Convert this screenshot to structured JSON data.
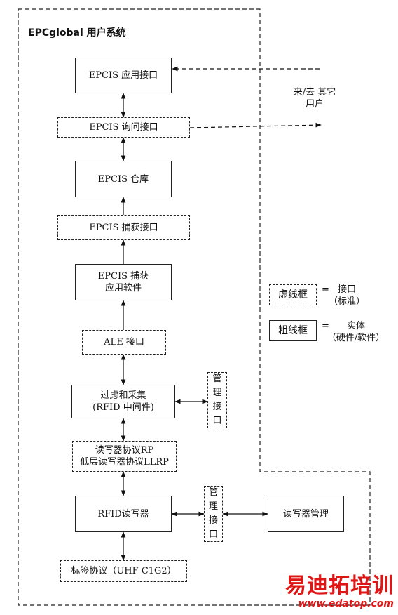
{
  "title": "EPCglobal 用户系统",
  "boxes": {
    "epcis_app": "EPCIS 应用接口",
    "epcis_query": "EPCIS 询问接口",
    "epcis_repo": "EPCIS 仓库",
    "epcis_capture_if": "EPCIS 捕获接口",
    "epcis_capture_app": [
      "EPCIS 捕获",
      "应用软件"
    ],
    "ale": "ALE 接口",
    "filter": [
      "过虑和采集",
      "(RFID 中间件)"
    ],
    "mgmt_if_1": [
      "管",
      "理",
      "接",
      "口"
    ],
    "reader_protocol": [
      "读写器协议RP",
      "低层读写器协议LLRP"
    ],
    "reader": "RFID读写器",
    "mgmt_if_2": [
      "管",
      "理",
      "接",
      "口"
    ],
    "reader_mgmt": "读写器管理",
    "tag_protocol": "标签协议（UHF C1G2）"
  },
  "other_users": [
    "来/去 其它",
    "用户"
  ],
  "legend": {
    "dashed_label": "虚线框",
    "dashed_eq": "=",
    "dashed_desc": [
      "接口",
      "（标准）"
    ],
    "solid_label": "粗线框",
    "solid_eq": "=",
    "solid_desc": [
      "实体",
      "（硬件/软件）"
    ]
  },
  "watermark": {
    "main": "易迪拓培训",
    "url": "www.edatop.com",
    "color": "#e01515"
  }
}
